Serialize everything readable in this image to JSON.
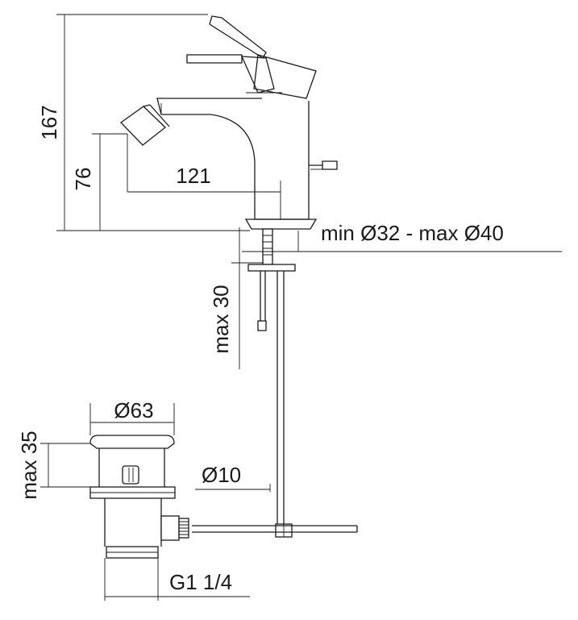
{
  "dimensions": {
    "total_height": "167",
    "spout_height": "76",
    "spout_reach": "121",
    "hole_diameter": "min Ø32 - max Ø40",
    "deck_thickness": "max 30",
    "waste_diameter": "Ø63",
    "waste_height": "max 35",
    "rod_diameter": "Ø10",
    "thread_size": "G1 1/4"
  },
  "colors": {
    "line": "#1a1a1a",
    "background": "#ffffff"
  }
}
